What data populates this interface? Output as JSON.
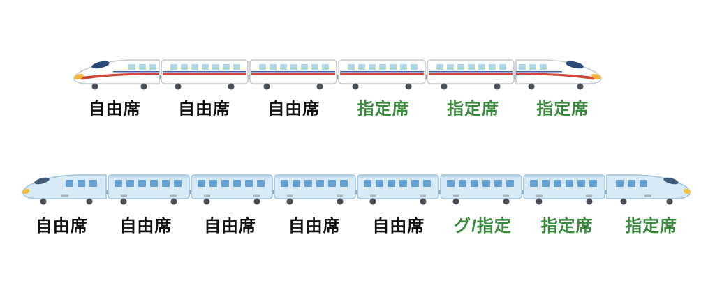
{
  "page": {
    "background": "#ffffff"
  },
  "colors": {
    "free_label": "#111111",
    "reserved_label": "#3a8a3e"
  },
  "trains": [
    {
      "name": "6-car-shinkansen",
      "cars": [
        {
          "label": "自由席",
          "type": "free"
        },
        {
          "label": "自由席",
          "type": "free"
        },
        {
          "label": "自由席",
          "type": "free"
        },
        {
          "label": "指定席",
          "type": "reserved"
        },
        {
          "label": "指定席",
          "type": "reserved"
        },
        {
          "label": "指定席",
          "type": "reserved"
        }
      ]
    },
    {
      "name": "8-car-shinkansen",
      "cars": [
        {
          "label": "自由席",
          "type": "free"
        },
        {
          "label": "自由席",
          "type": "free"
        },
        {
          "label": "自由席",
          "type": "free"
        },
        {
          "label": "自由席",
          "type": "free"
        },
        {
          "label": "自由席",
          "type": "free"
        },
        {
          "label": "グ/指定",
          "type": "reserved"
        },
        {
          "label": "指定席",
          "type": "reserved"
        },
        {
          "label": "指定席",
          "type": "reserved"
        }
      ]
    }
  ]
}
